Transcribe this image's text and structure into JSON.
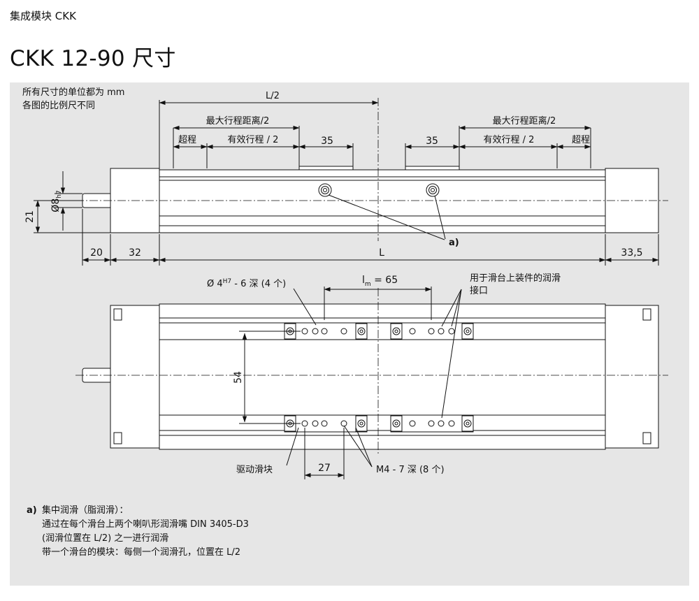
{
  "header": {
    "section": "集成模块 CKK",
    "title": "CKK 12-90 尺寸"
  },
  "units_note": [
    "所有尺寸的单位都为 mm",
    "各图的比例尺不同"
  ],
  "top_view": {
    "dim_half_length": "L/2",
    "dim_length": "L",
    "max_travel_left": "最大行程距离/2",
    "max_travel_right": "最大行程距离/2",
    "overtravel_left": "超程",
    "overtravel_right": "超程",
    "effective_left": "有效行程 / 2",
    "effective_right": "有效行程 / 2",
    "carriage_left": "35",
    "carriage_right": "35",
    "shaft_dia_prefix": "Ø8",
    "shaft_dia_tol": "h7",
    "height": "21",
    "shaft_len": "20",
    "motor_end": "32",
    "far_end": "33,5",
    "callout": "a)"
  },
  "plan_view": {
    "bore_label": "Ø 4",
    "bore_tol": "H7",
    "bore_suffix": " - 6 深 (4 个)",
    "lm_sym": "l",
    "lm_sub": "m",
    "lm_val": " = 65",
    "lube_line1": "用于滑台上装件的润滑",
    "lube_line2": "接口",
    "rail_spacing": "54",
    "drive_label": "驱动滑块",
    "pitch": "27",
    "thread_label": "M4 - 7 深 (8 个)"
  },
  "notes": {
    "tag": "a)",
    "lines": [
      "集中润滑（脂润滑）：",
      "通过在每个滑台上两个喇叭形润滑嘴 DIN 3405-D3",
      "(润滑位置在 L/2) 之一进行润滑",
      "带一个滑台的模块：每侧一个润滑孔，位置在 L/2"
    ]
  }
}
